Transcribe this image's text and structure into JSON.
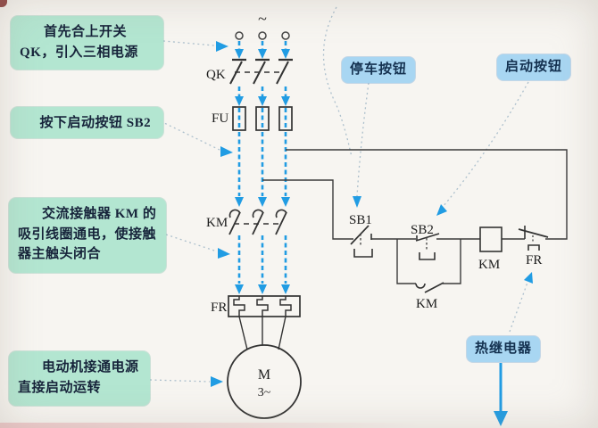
{
  "steps": [
    {
      "text": "首先合上开关 QK，引入三相电源"
    },
    {
      "text": "按下启动按钮 SB2"
    },
    {
      "text": "交流接触器 KM 的吸引线圈通电，使接触器主触头闭合"
    },
    {
      "text": "电动机接通电源直接启动运转"
    }
  ],
  "callouts": {
    "stop": "停车按钮",
    "start": "启动按钮",
    "thermal": "热继电器"
  },
  "component_labels": {
    "ac_supply": "~",
    "qk": "QK",
    "fu": "FU",
    "km_main": "KM",
    "fr_heater": "FR",
    "sb1": "SB1",
    "sb2": "SB2",
    "km_aux": "KM",
    "km_coil": "KM",
    "fr_contact": "FR",
    "motor": "M",
    "motor_phases": "3~"
  },
  "colors": {
    "flow_arrow": "#219ce3",
    "wire": "#3b3b3b",
    "leader_dots": "#a9bdca",
    "step_box_bg": "#b3e6d1",
    "callout_box_bg": "#a8d6f2",
    "text": "#16233a",
    "page_bg": "#f7f5f1"
  }
}
